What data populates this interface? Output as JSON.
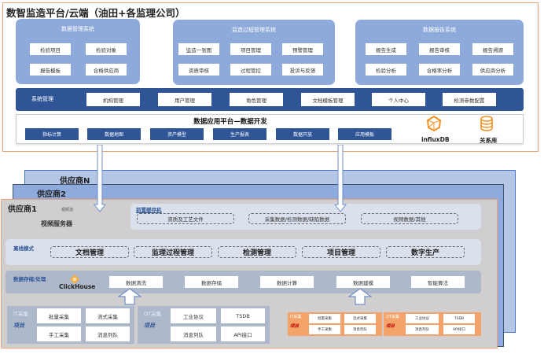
{
  "cloud": {
    "title": "数智监造平台/云端（油田+各监理公司）",
    "systems": [
      {
        "title": "数据管理系统",
        "items": [
          "检验项目",
          "检验对象",
          "报告模板",
          "合格供应商"
        ]
      },
      {
        "title": "监造过程管理系统",
        "items": [
          "监造一张图",
          "项目管理",
          "预警管理",
          "资质审核",
          "过程管控",
          "投诉与反馈"
        ]
      },
      {
        "title": "数据报告系统",
        "items": [
          "报告生成",
          "报告审核",
          "报告溯源",
          "检验分析",
          "合格率分析",
          "供应商分析"
        ]
      }
    ],
    "system_mgmt": {
      "label": "系统管理",
      "items": [
        "机构管理",
        "用户管理",
        "角色管理",
        "文档模板管理",
        "个人中心",
        "检测参数配置"
      ]
    },
    "dev_platform": {
      "title": "数据应用平台—数据开发",
      "items": [
        "指标计算",
        "数据地图",
        "资产模型",
        "生产报表",
        "数据开放",
        "应用模板"
      ],
      "databases": [
        {
          "label": "influxDB",
          "icon": "influxdb-icon"
        },
        {
          "label": "关系库",
          "icon": "database-icon"
        }
      ]
    }
  },
  "suppliers": {
    "stack_labels": [
      "供应商N",
      "供应商2",
      "供应商1"
    ],
    "video_stream_label": "视频流",
    "video_server_label": "视频服务器",
    "front_cache": {
      "label": "前置缓存机",
      "items": [
        "资质及工艺文件",
        "采集数据/检测数据/缺陷数据",
        "视频数据/其他"
      ]
    },
    "offline_mode": {
      "label": "离线模式",
      "items": [
        "文档管理",
        "监理过程管理",
        "检测管理",
        "项目管理",
        "数字生产"
      ]
    },
    "storage": {
      "label": "数据存储/处理",
      "engine": "ClickHouse",
      "items": [
        "数据清洗",
        "数据存储",
        "数据计算",
        "数据建模",
        "智能算法"
      ]
    },
    "collection": [
      {
        "label": "IT采集",
        "project": "项目",
        "items": [
          "批量采集",
          "流式采集",
          "手工采集",
          "消息列队"
        ]
      },
      {
        "label": "OT采集",
        "project": "项目",
        "items": [
          "工业协议",
          "TSDB",
          "消息列队",
          "API接口"
        ]
      }
    ],
    "collection_small": [
      {
        "label": "IT采集",
        "project": "项目",
        "items": [
          "批量采集",
          "流式采集",
          "手工采集",
          "消息列队"
        ]
      },
      {
        "label": "OT采集",
        "project": "项目",
        "items": [
          "工业协议",
          "TSDB",
          "消息列队",
          "API接口"
        ]
      }
    ]
  },
  "colors": {
    "accent_orange": "#f4a070",
    "system_blue": "#8eaadb",
    "dark_blue": "#2f5597",
    "supplier_gray": "#d0cece"
  }
}
